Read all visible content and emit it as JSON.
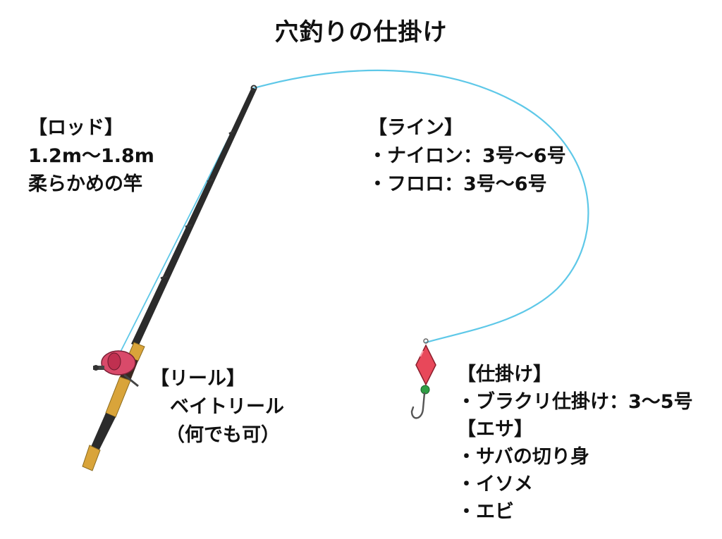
{
  "title": "穴釣りの仕掛け",
  "rod": {
    "heading": "【ロッド】",
    "length": "1.2m～1.8m",
    "note": "柔らかめの竿"
  },
  "line": {
    "heading": "【ライン】",
    "items": [
      "・ナイロン：3号～6号",
      "・フロロ：3号～6号"
    ]
  },
  "reel": {
    "heading": "【リール】",
    "type": "ベイトリール",
    "note": "（何でも可）"
  },
  "rig": {
    "heading": "【仕掛け】",
    "items": [
      "・ブラクリ仕掛け：3～5号"
    ]
  },
  "bait": {
    "heading": "【エサ】",
    "items": [
      "・サバの切り身",
      "・イソメ",
      "・エビ"
    ]
  },
  "colors": {
    "fishing_line": "#5ec8e8",
    "rod_blank": "#2b2b2b",
    "grip": "#d9a43a",
    "reel": "#d94a6a",
    "sinker": "#e8485a",
    "bead": "#2f9e44",
    "hook": "#555555"
  }
}
